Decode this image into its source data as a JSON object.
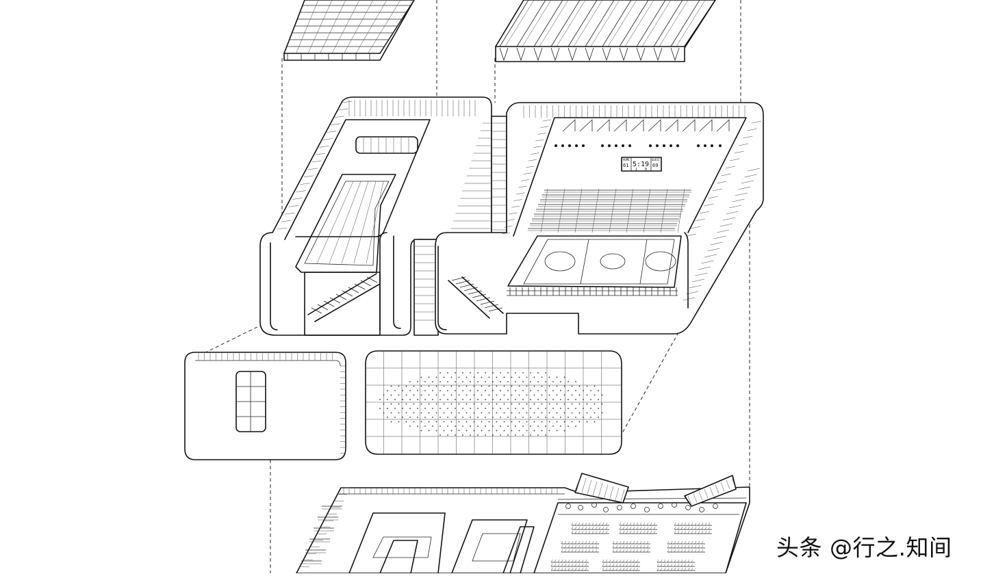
{
  "scoreboard": {
    "home_label": "HOME",
    "guest_label": "GUEST",
    "home_score": "61",
    "guest_score": "69",
    "clock": "5:19",
    "home_sub": "1",
    "guest_sub": "0"
  },
  "watermark": "头条 @行之.知间"
}
